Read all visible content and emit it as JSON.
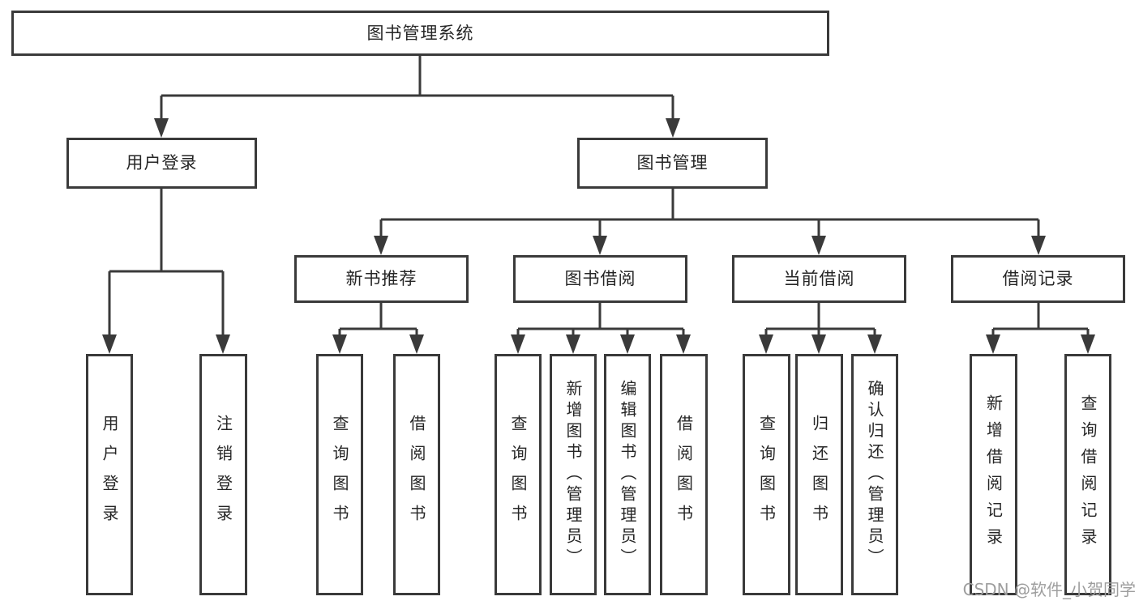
{
  "tree": {
    "label": "图书管理系统",
    "children": [
      {
        "label": "用户登录",
        "children": [
          {
            "label": "用户登录"
          },
          {
            "label": "注销登录"
          }
        ]
      },
      {
        "label": "图书管理",
        "children": [
          {
            "label": "新书推荐",
            "children": [
              {
                "label": "查询图书"
              },
              {
                "label": "借阅图书"
              }
            ]
          },
          {
            "label": "图书借阅",
            "children": [
              {
                "label": "查询图书"
              },
              {
                "label": "新增图书（管理员）"
              },
              {
                "label": "编辑图书（管理员）"
              },
              {
                "label": "借阅图书"
              }
            ]
          },
          {
            "label": "当前借阅",
            "children": [
              {
                "label": "查询图书"
              },
              {
                "label": "归还图书"
              },
              {
                "label": "确认归还（管理员）"
              }
            ]
          },
          {
            "label": "借阅记录",
            "children": [
              {
                "label": "新增借阅记录"
              },
              {
                "label": "查询借阅记录"
              }
            ]
          }
        ]
      }
    ]
  },
  "watermark": "CSDN @软件_小贺同学",
  "colors": {
    "line": "#3a3a3a",
    "text": "#262626",
    "watermark": "#9e9e9e",
    "background": "#ffffff"
  }
}
